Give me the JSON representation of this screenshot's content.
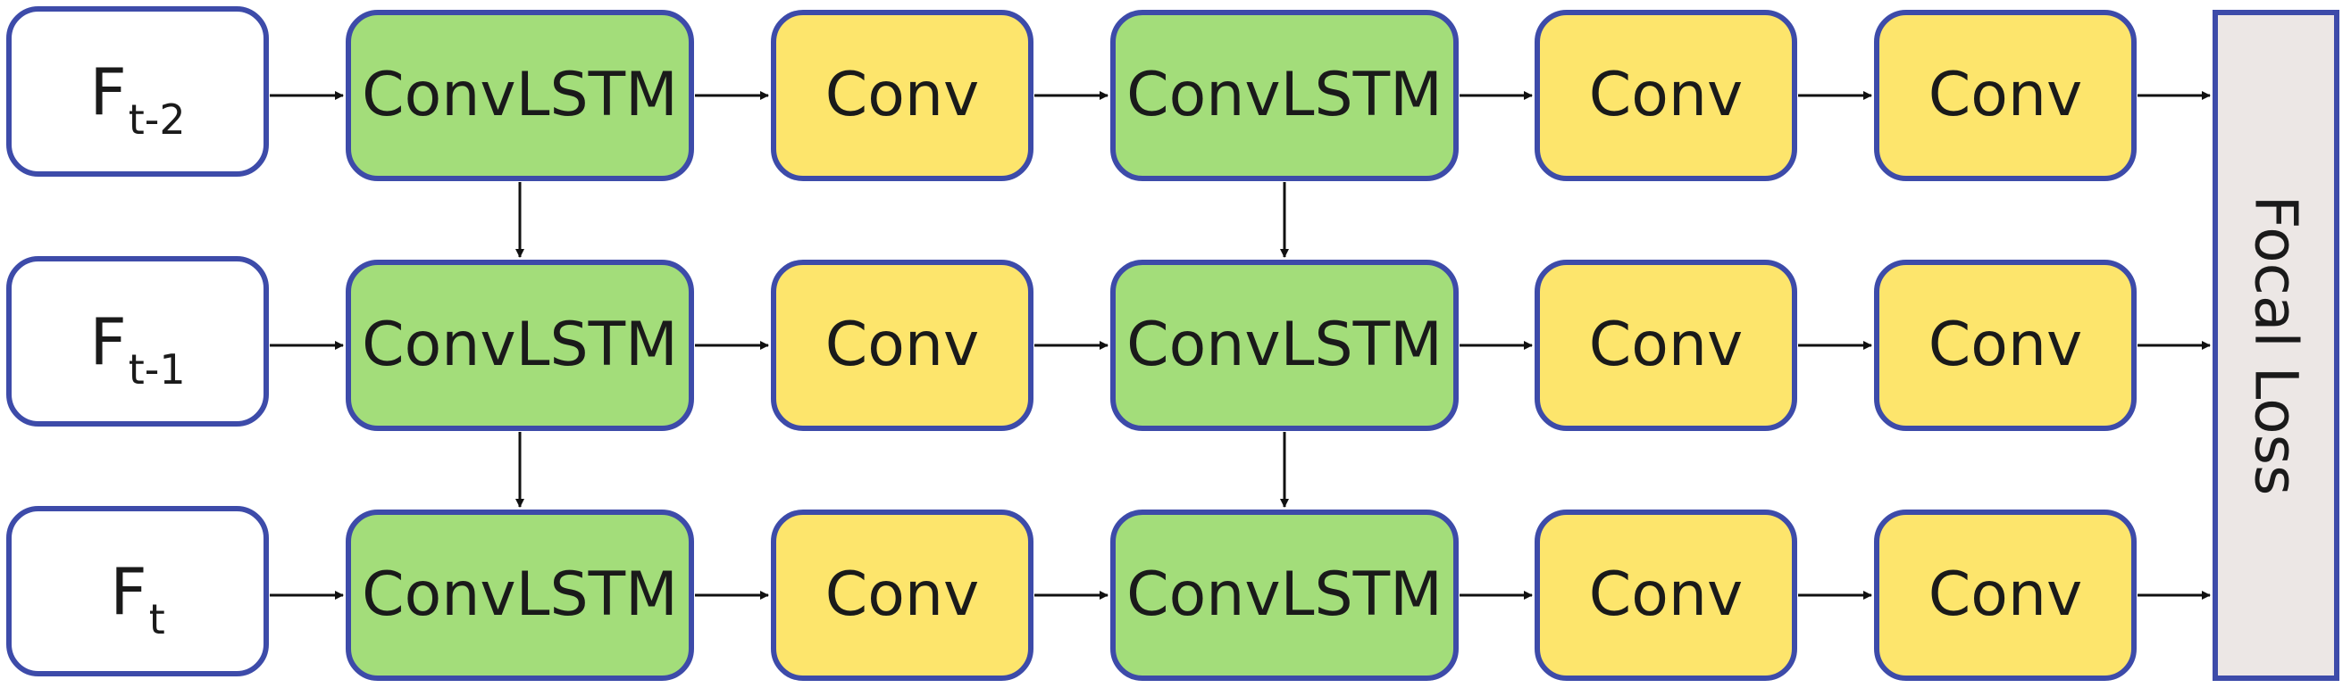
{
  "colors": {
    "border": "#3d4ba9",
    "input_fill": "#ffffff",
    "convlstm_fill": "#a3dd7a",
    "conv_fill": "#fde56c",
    "loss_fill": "#ece7e5",
    "arrow": "#111111"
  },
  "rows": [
    {
      "input": {
        "base": "F",
        "sub": "t-2"
      },
      "blocks": [
        "ConvLSTM",
        "Conv",
        "ConvLSTM",
        "Conv",
        "Conv"
      ]
    },
    {
      "input": {
        "base": "F",
        "sub": "t-1"
      },
      "blocks": [
        "ConvLSTM",
        "Conv",
        "ConvLSTM",
        "Conv",
        "Conv"
      ]
    },
    {
      "input": {
        "base": "F",
        "sub": "t"
      },
      "blocks": [
        "ConvLSTM",
        "Conv",
        "ConvLSTM",
        "Conv",
        "Conv"
      ]
    }
  ],
  "loss": {
    "label": "Focal Loss"
  }
}
